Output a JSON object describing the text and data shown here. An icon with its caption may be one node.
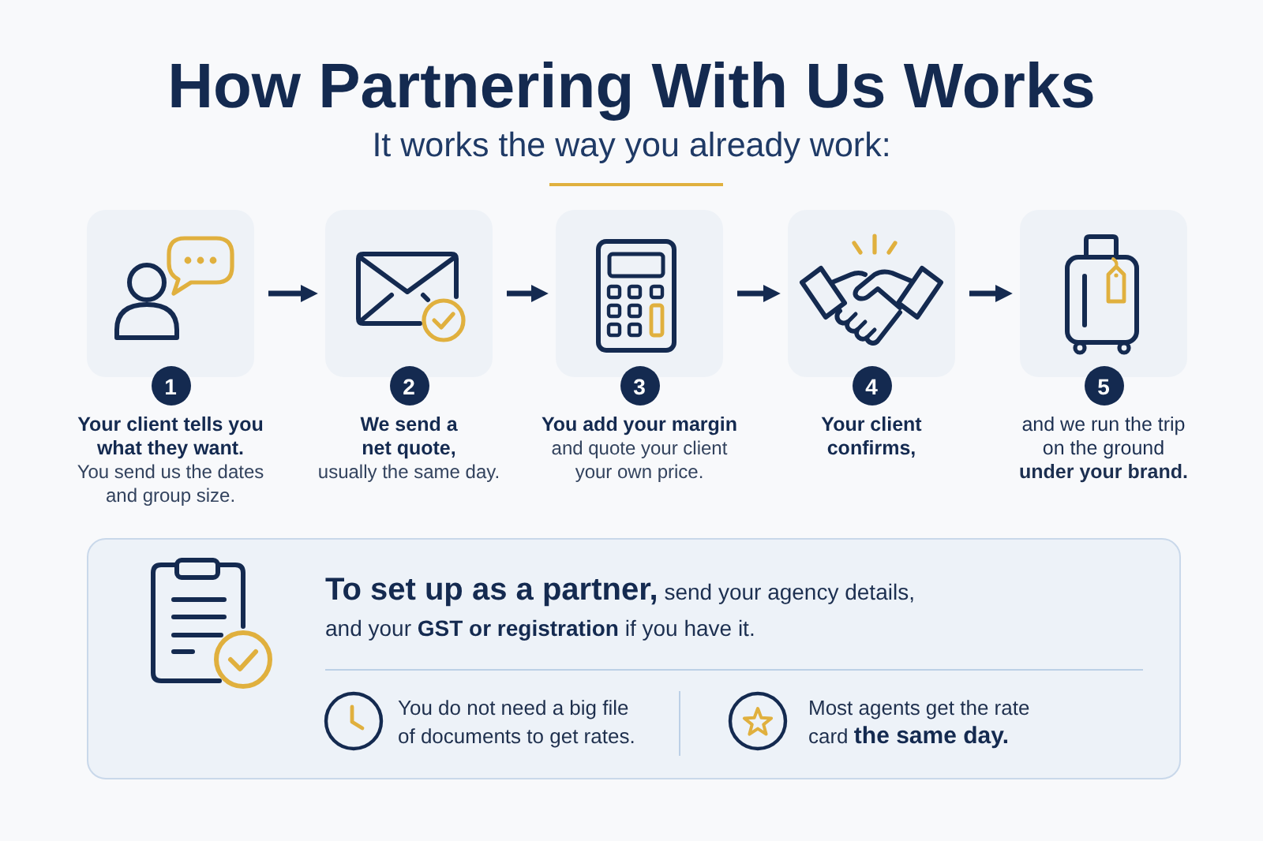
{
  "diagram": {
    "title": "How Partnering With Us Works",
    "nodes": [
      {
        "text": [
          "1",
          "Your client tells you what they want.",
          "You send us the dates and group size."
        ]
      },
      {
        "text": [
          "2",
          "We send a net quote,",
          "usually the same day."
        ]
      },
      {
        "text": [
          "3",
          "You add your margin",
          "and quote your client your own price."
        ]
      },
      {
        "text": [
          "4",
          "Your client confirms,"
        ]
      },
      {
        "text": [
          "5",
          "and we run the trip on the ground **under your brand.**"
        ]
      },
      {
        "text": [
          "**To set up as a partner,** send your agency details, and your **GST or registration** if you have it.",
          "You do not need a big file of documents to get rates.",
          "Most agents get the rate card **the same day.**"
        ]
      }
    ],
    "edges": [
      {
        "from": 0,
        "to": 1,
        "arrow": "to"
      },
      {
        "from": 1,
        "to": 2,
        "arrow": "to"
      },
      {
        "from": 2,
        "to": 3,
        "arrow": "to"
      },
      {
        "from": 3,
        "to": 4,
        "arrow": "to"
      }
    ],
    "labels": [
      "It works the way you already work:"
    ]
  }
}
